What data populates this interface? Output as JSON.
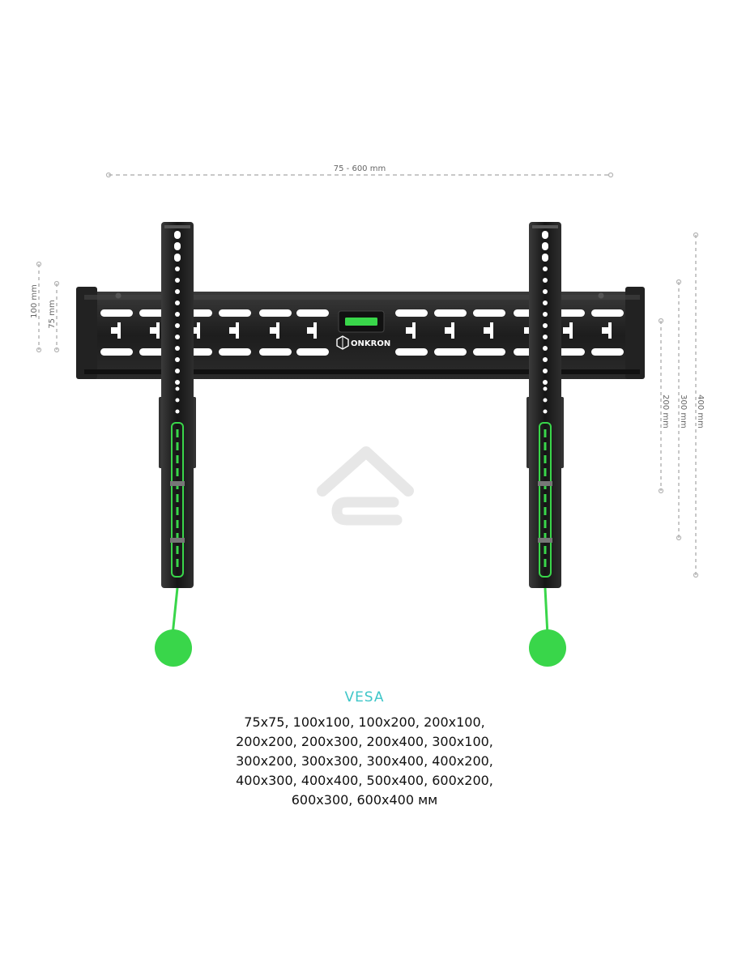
{
  "dimensions": {
    "width_label": "75 - 600 mm",
    "left_outer_label": "100 mm",
    "left_inner_label": "75 mm",
    "right_small_label": "200 mm",
    "right_mid_label": "300 mm",
    "right_large_label": "400 mm"
  },
  "product": {
    "brand_label": "ONKRON",
    "brand_icon": "onkron-logo-icon",
    "watermark_icon": "house-watermark-icon"
  },
  "vesa": {
    "title": "VESA",
    "lines": [
      "75x75, 100x100, 100x200, 200x100,",
      "200x200, 200x300, 200x400, 300x100,",
      "300x200, 300x300, 300x400,  400x200,",
      "400x300, 400x400, 500x400, 600x200,",
      "600x300, 600x400 мм"
    ]
  },
  "colors": {
    "accent_green": "#39d64a",
    "title_teal": "#3ec6c8",
    "metal": "#1e1e1e",
    "dimension_gray": "#b5b5b5"
  }
}
